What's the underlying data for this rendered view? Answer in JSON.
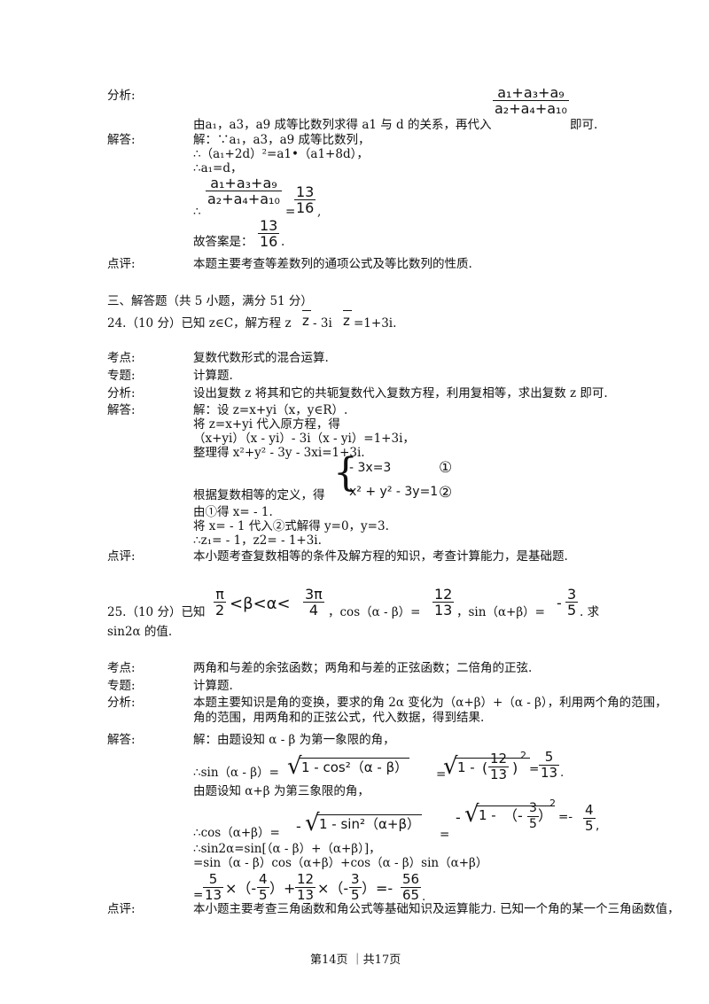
{
  "p23": {
    "analysis_label": "分析:",
    "answer_label": "解答:",
    "comment_label": "点评:",
    "frac_num": "a₁+a₃+a₉",
    "frac_den": "a₂+a₄+a₁₀",
    "analysis_text": "由a₁，a3，a9 成等比数列求得 a1 与 d 的关系，再代入",
    "analysis_tail": "即可.",
    "ans1": "解：∵a₁，a3，a9 成等比数列，",
    "ans2": "∴（a₁+2d）²=a1•（a1+8d），",
    "ans3": "∴a₁=d，",
    "ans4_prefix": "∴",
    "ans4_eq": "=",
    "res_num": "13",
    "res_den": "16",
    "ans4_tail": ",",
    "ans5": "故答案是：",
    "ans5_tail": ".",
    "comment": "本题主要考查等差数列的通项公式及等比数列的性质."
  },
  "section3": "三、解答题（共 5 小题，满分 51 分）",
  "p24": {
    "question_a": "24.（10 分）已知 z∈C，解方程 z",
    "question_b": "- 3i",
    "question_c": "=1+3i.",
    "zbar": "z",
    "kaodian_label": "考点:",
    "kaodian": "复数代数形式的混合运算.",
    "zhuanti_label": "专题:",
    "zhuanti": "计算题.",
    "fenxi_label": "分析:",
    "fenxi": "设出复数 z 将其和它的共轭复数代入复数方程，利用复相等，求出复数 z 即可.",
    "jieda_label": "解答:",
    "s1": "解：设 z=x+yi（x，y∈R）.",
    "s2": "将 z=x+yi 代入原方程，得",
    "s3": "（x+yi）（x - yi）- 3i（x - yi）=1+3i，",
    "s4": "整理得 x²+y² - 3y - 3xi=1+3i.",
    "s5": "根据复数相等的定义，得",
    "sys1": "- 3x=3",
    "sys2": "x² + y² - 3y=1",
    "c1": "①",
    "c2": "②",
    "s6": "由①得 x= - 1.",
    "s7": "将 x= - 1 代入②式解得 y=0，y=3.",
    "s8": "∴z₁= - 1，z2= - 1+3i.",
    "dianping_label": "点评:",
    "dianping": "本小题考查复数相等的条件及解方程的知识，考查计算能力，是基础题."
  },
  "p25": {
    "q_prefix": "25.（10 分）已知",
    "pi_num": "π",
    "pi_den": "2",
    "ineq": "<β<α<",
    "tpi_num": "3π",
    "tpi_den": "4",
    "q_cos": "，cos（α - β）=",
    "c_num": "12",
    "c_den": "13",
    "q_sin": "，sin（α+β）=",
    "s_sign": "-",
    "s_num": "3",
    "s_den": "5",
    "q_tail": ". 求",
    "q_line2": "sin2α 的值.",
    "kaodian_label": "考点:",
    "kaodian": "两角和与差的余弦函数；两角和与差的正弦函数；二倍角的正弦.",
    "zhuanti_label": "专题:",
    "zhuanti": "计算题.",
    "fenxi_label": "分析:",
    "fenxi1": "本题主要知识是角的变换，要求的角 2α 变化为（α+β）+（α - β），利用两个角的范围，",
    "fenxi2": "角的范围，用两角和的正弦公式，代入数据，得到结果.",
    "jieda_label": "解答:",
    "a1": "解：由题设知 α - β 为第一象限的角，",
    "a2_prefix": "∴sin（α - β）=",
    "a2_root": "1 - cos²（α - β）",
    "a2_eq": "=",
    "a2_root2": "1 -",
    "a2_pn": "12",
    "a2_pd": "13",
    "a2_r_num": "5",
    "a2_r_den": "13",
    "a3": "由题设知 α+β 为第三象限的角，",
    "a4_prefix": "∴cos（α+β）=",
    "a4_root": "1 - sin²（α+β）",
    "a4_eq": "=",
    "a4_root2": "1 -",
    "a4_pn": "3",
    "a4_pd": "5",
    "a4_r_num": "4",
    "a4_r_den": "5",
    "a5": "∴sin2α=sin[（α - β）+（α+β）]，",
    "a6": "=sin（α - β）cos（α+β）+cos（α - β）sin（α+β）",
    "a7_f1n": "5",
    "a7_f1d": "13",
    "a7_f2n": "4",
    "a7_f2d": "5",
    "a7_f3n": "12",
    "a7_f3d": "13",
    "a7_f4n": "3",
    "a7_f4d": "5",
    "a7_rn": "56",
    "a7_rd": "65",
    "dianping_label": "点评:",
    "dianping": "本小题主要考查三角函数和角公式等基础知识及运算能力. 已知一个角的某一个三角函数值，"
  },
  "footer": "第14页 ｜共17页"
}
